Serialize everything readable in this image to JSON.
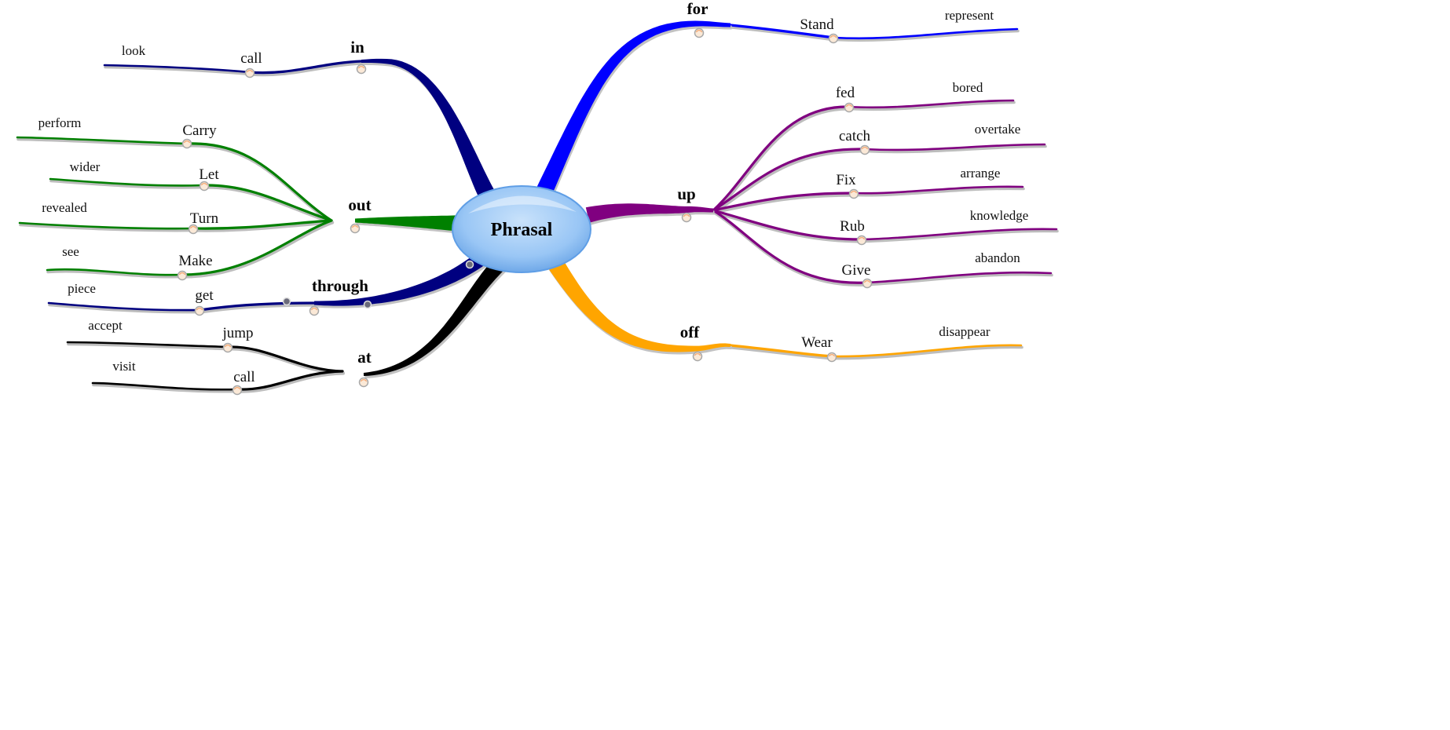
{
  "center": {
    "label": "Phrasal",
    "color": "#99c6f5"
  },
  "branches": [
    {
      "key": "in",
      "label": "in",
      "color": "#000080",
      "subs": [
        {
          "label": "call",
          "leaf": "look"
        }
      ]
    },
    {
      "key": "out",
      "label": "out",
      "color": "#008000",
      "subs": [
        {
          "label": "Carry",
          "leaf": "perform"
        },
        {
          "label": "Let",
          "leaf": "wider"
        },
        {
          "label": "Turn",
          "leaf": "revealed"
        },
        {
          "label": "Make",
          "leaf": "see"
        }
      ]
    },
    {
      "key": "through",
      "label": "through",
      "color": "#000080",
      "subs": [
        {
          "label": "get",
          "leaf": "piece"
        }
      ]
    },
    {
      "key": "at",
      "label": "at",
      "color": "#000000",
      "subs": [
        {
          "label": "jump",
          "leaf": "accept"
        },
        {
          "label": "call",
          "leaf": "visit"
        }
      ]
    },
    {
      "key": "for",
      "label": "for",
      "color": "#0000ff",
      "subs": [
        {
          "label": "Stand",
          "leaf": "represent"
        }
      ]
    },
    {
      "key": "up",
      "label": "up",
      "color": "#800080",
      "subs": [
        {
          "label": "fed",
          "leaf": "bored"
        },
        {
          "label": "catch",
          "leaf": "overtake"
        },
        {
          "label": "Fix",
          "leaf": "arrange"
        },
        {
          "label": "Rub",
          "leaf": "knowledge"
        },
        {
          "label": "Give",
          "leaf": "abandon"
        }
      ]
    },
    {
      "key": "off",
      "label": "off",
      "color": "#ffa500",
      "subs": [
        {
          "label": "Wear",
          "leaf": "disappear"
        }
      ]
    }
  ]
}
